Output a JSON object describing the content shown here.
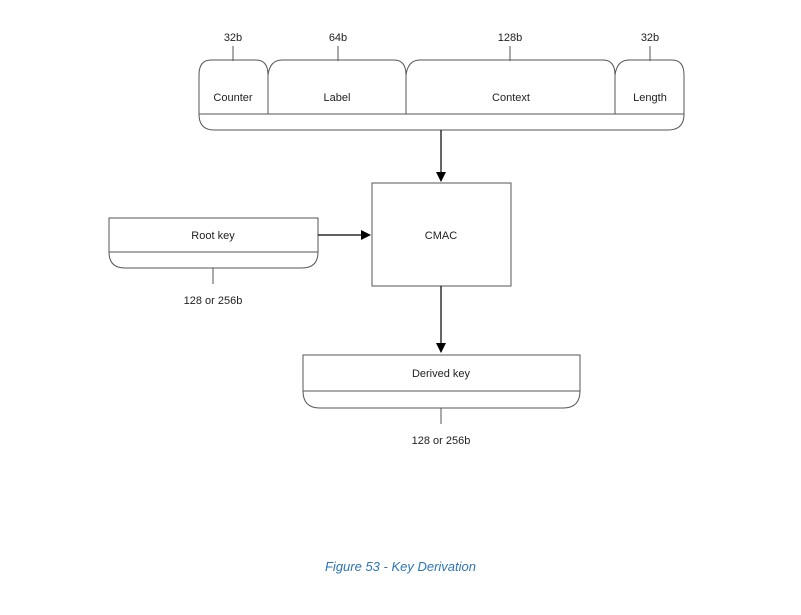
{
  "colors": {
    "stroke": "#555555",
    "arrow": "#000000",
    "caption": "#2e75b6"
  },
  "diagram": {
    "input_block": {
      "fields": [
        {
          "name": "Counter",
          "bits": "32b"
        },
        {
          "name": "Label",
          "bits": "64b"
        },
        {
          "name": "Context",
          "bits": "128b"
        },
        {
          "name": "Length",
          "bits": "32b"
        }
      ]
    },
    "cmac": {
      "label": "CMAC"
    },
    "root_key": {
      "label": "Root key",
      "size": "128 or 256b"
    },
    "derived_key": {
      "label": "Derived key",
      "size": "128 or 256b"
    }
  },
  "caption": "Figure 53 - Key Derivation"
}
